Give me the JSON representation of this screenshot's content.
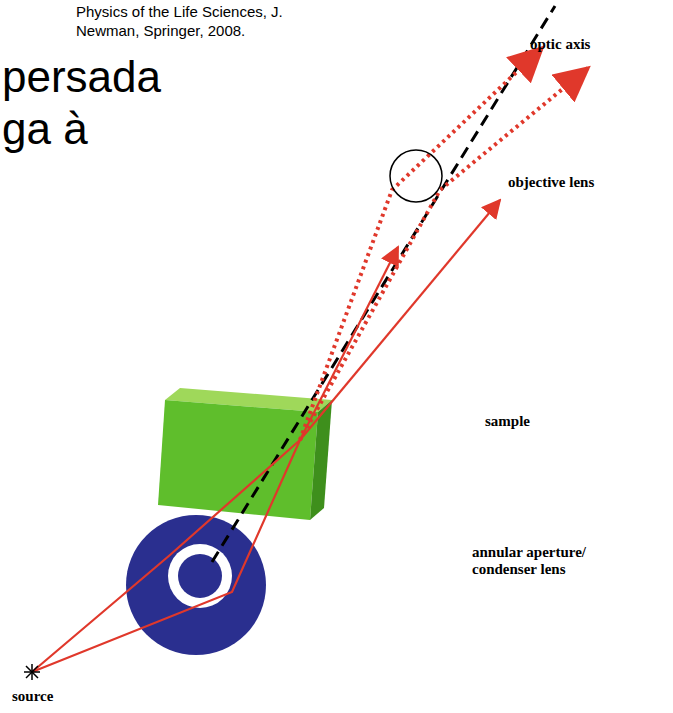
{
  "diagram": {
    "labels": [
      "Physics of the Life Sciences, J. Newman, Springer, 2008.",
      "persada",
      "ga à",
      "optic axis",
      "objective lens",
      "sample",
      "annular aperture/ condenser lens",
      "source"
    ]
  }
}
